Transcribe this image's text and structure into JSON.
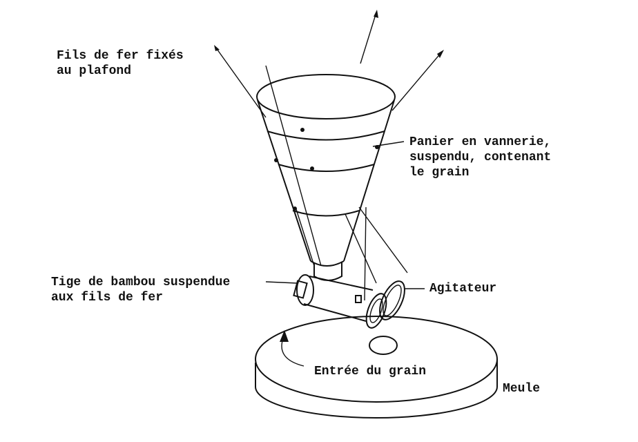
{
  "labels": {
    "wires": [
      "Fils de fer fixés",
      "au plafond"
    ],
    "basket": [
      "Panier en vannerie,",
      "suspendu, contenant",
      "le grain"
    ],
    "bamboo": [
      "Tige de bambou suspendue",
      "aux fils de fer"
    ],
    "agitator": "Agitateur",
    "grain_inlet": "Entrée du grain",
    "millstone": "Meule"
  }
}
